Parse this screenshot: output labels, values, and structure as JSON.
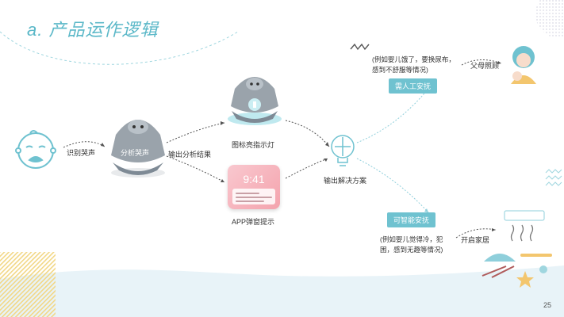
{
  "slide": {
    "title": "a. 产品运作逻辑",
    "page_number": "25"
  },
  "diagram": {
    "baby_label": "识别哭声",
    "device_main_text": "分析哭声",
    "output_label": "输出分析结果",
    "lamp_label": "图标亮指示灯",
    "app_label": "APP弹窗提示",
    "phone_time": "9:41",
    "solution_label": "输出解决方案",
    "manual_pill": "需人工安抚",
    "manual_note": "(例如婴儿饿了，要换尿布，感到不舒服等情况)",
    "manual_note_line1": "(例如婴儿饿了，要换尿布，",
    "manual_note_line2": "感到不舒服等情况)",
    "parent_label": "父母照顾",
    "smart_pill": "可智能安抚",
    "smart_note_line1": "(例如婴儿觉得冷，犯",
    "smart_note_line2": "困，感到无趣等情况)",
    "home_label": "开启家居"
  },
  "colors": {
    "accent": "#5bb8c8",
    "pill": "#6fc2d0",
    "device_body": "#9aa3ab",
    "glow": "#bfe9ef"
  }
}
